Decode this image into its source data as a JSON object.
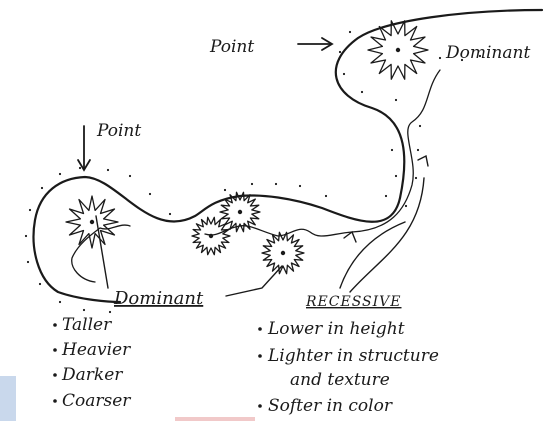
{
  "diagram": {
    "labels": {
      "point_top": "Point",
      "dominant_top": "Dominant",
      "point_left": "Point",
      "dominant_header": "Dominant",
      "recessive_header": "RECESSIVE"
    },
    "dominant_traits": [
      "Taller",
      "Heavier",
      "Darker",
      "Coarser"
    ],
    "recessive_traits": [
      "Lower in height",
      "Lighter in structure",
      "and texture",
      "Softer in color"
    ],
    "colors": {
      "ink": "#1a1a1a",
      "corner_tint_blue": "#c9d8ec",
      "corner_tint_pink": "#f1c9c9"
    }
  }
}
